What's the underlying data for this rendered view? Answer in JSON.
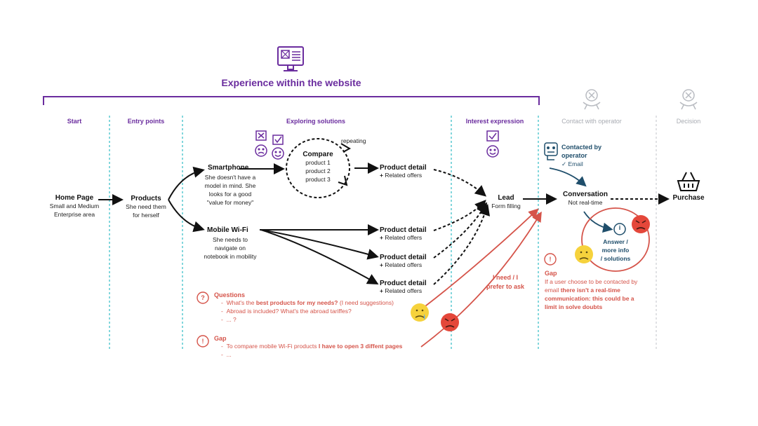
{
  "header": {
    "title": "Experience within the website",
    "icon": "monitor-icon"
  },
  "phases": [
    {
      "label": "Start"
    },
    {
      "label": "Entry points"
    },
    {
      "label": "Exploring solutions"
    },
    {
      "label": "Interest expression"
    },
    {
      "label": "Contact with operator"
    },
    {
      "label": "Decision"
    }
  ],
  "nodes": {
    "home": {
      "title": "Home Page",
      "sub1": "Small and Medium",
      "sub2": "Enterprise area"
    },
    "products": {
      "title": "Products",
      "sub1": "She need them",
      "sub2": "for herself"
    },
    "smartphone": {
      "title": "Smartphone",
      "sub1": "She doesn't have a",
      "sub2": "model in mind. She",
      "sub3": "looks for a good",
      "sub4": "\"value for money\""
    },
    "wifi": {
      "title": "Mobile Wi-Fi",
      "sub1": "She needs to",
      "sub2": "navigate on",
      "sub3": "notebook in mobility"
    },
    "compare": {
      "title": "Compare",
      "p1": "product 1",
      "p2": "product 2",
      "p3": "product 3",
      "loop": "repeating"
    },
    "product_detail": {
      "title": "Product detail",
      "related": "Related offers",
      "plus": "+"
    },
    "lead": {
      "title": "Lead",
      "sub": "Form filling"
    },
    "contacted": {
      "title1": "Contacted by",
      "title2": "operator",
      "sub": "✓ Email"
    },
    "conversation": {
      "title": "Conversation",
      "sub": "Not real-time"
    },
    "answer": {
      "l1": "Answer /",
      "l2": "more info",
      "l3": "/ solutions",
      "icon": "i"
    },
    "purchase": {
      "title": "Purchase"
    }
  },
  "annotations": {
    "need_ask": {
      "l1": "I need / I",
      "l2": "prefer to ask"
    },
    "questions": {
      "title": "Questions",
      "icon": "?",
      "q1_pre": "What's the ",
      "q1_bold": "best products for my needs?",
      "q1_post": " (I need suggestions)",
      "q2": "Abroad is included? What's the abroad tariffes?",
      "q3": "... ?",
      "dash": "-"
    },
    "gap_explore": {
      "title": "Gap",
      "icon": "!",
      "g1_pre": "To compare mobile Wi-Fi products ",
      "g1_bold": "I have to open 3 diffent pages",
      "g2": "...",
      "dash": "-"
    },
    "gap_operator": {
      "title": "Gap",
      "icon": "!",
      "l1": "If a user choose to be contacted by",
      "l2_pre": "email ",
      "l2_bold": "there isn't a real-time",
      "l3": "communication: this could be a",
      "l4": "limit in solve doubts"
    }
  },
  "colors": {
    "accent": "#6a2c9e",
    "divider": "#3fc1c9",
    "gap": "#d5544a",
    "muted": "#a9acb3"
  }
}
